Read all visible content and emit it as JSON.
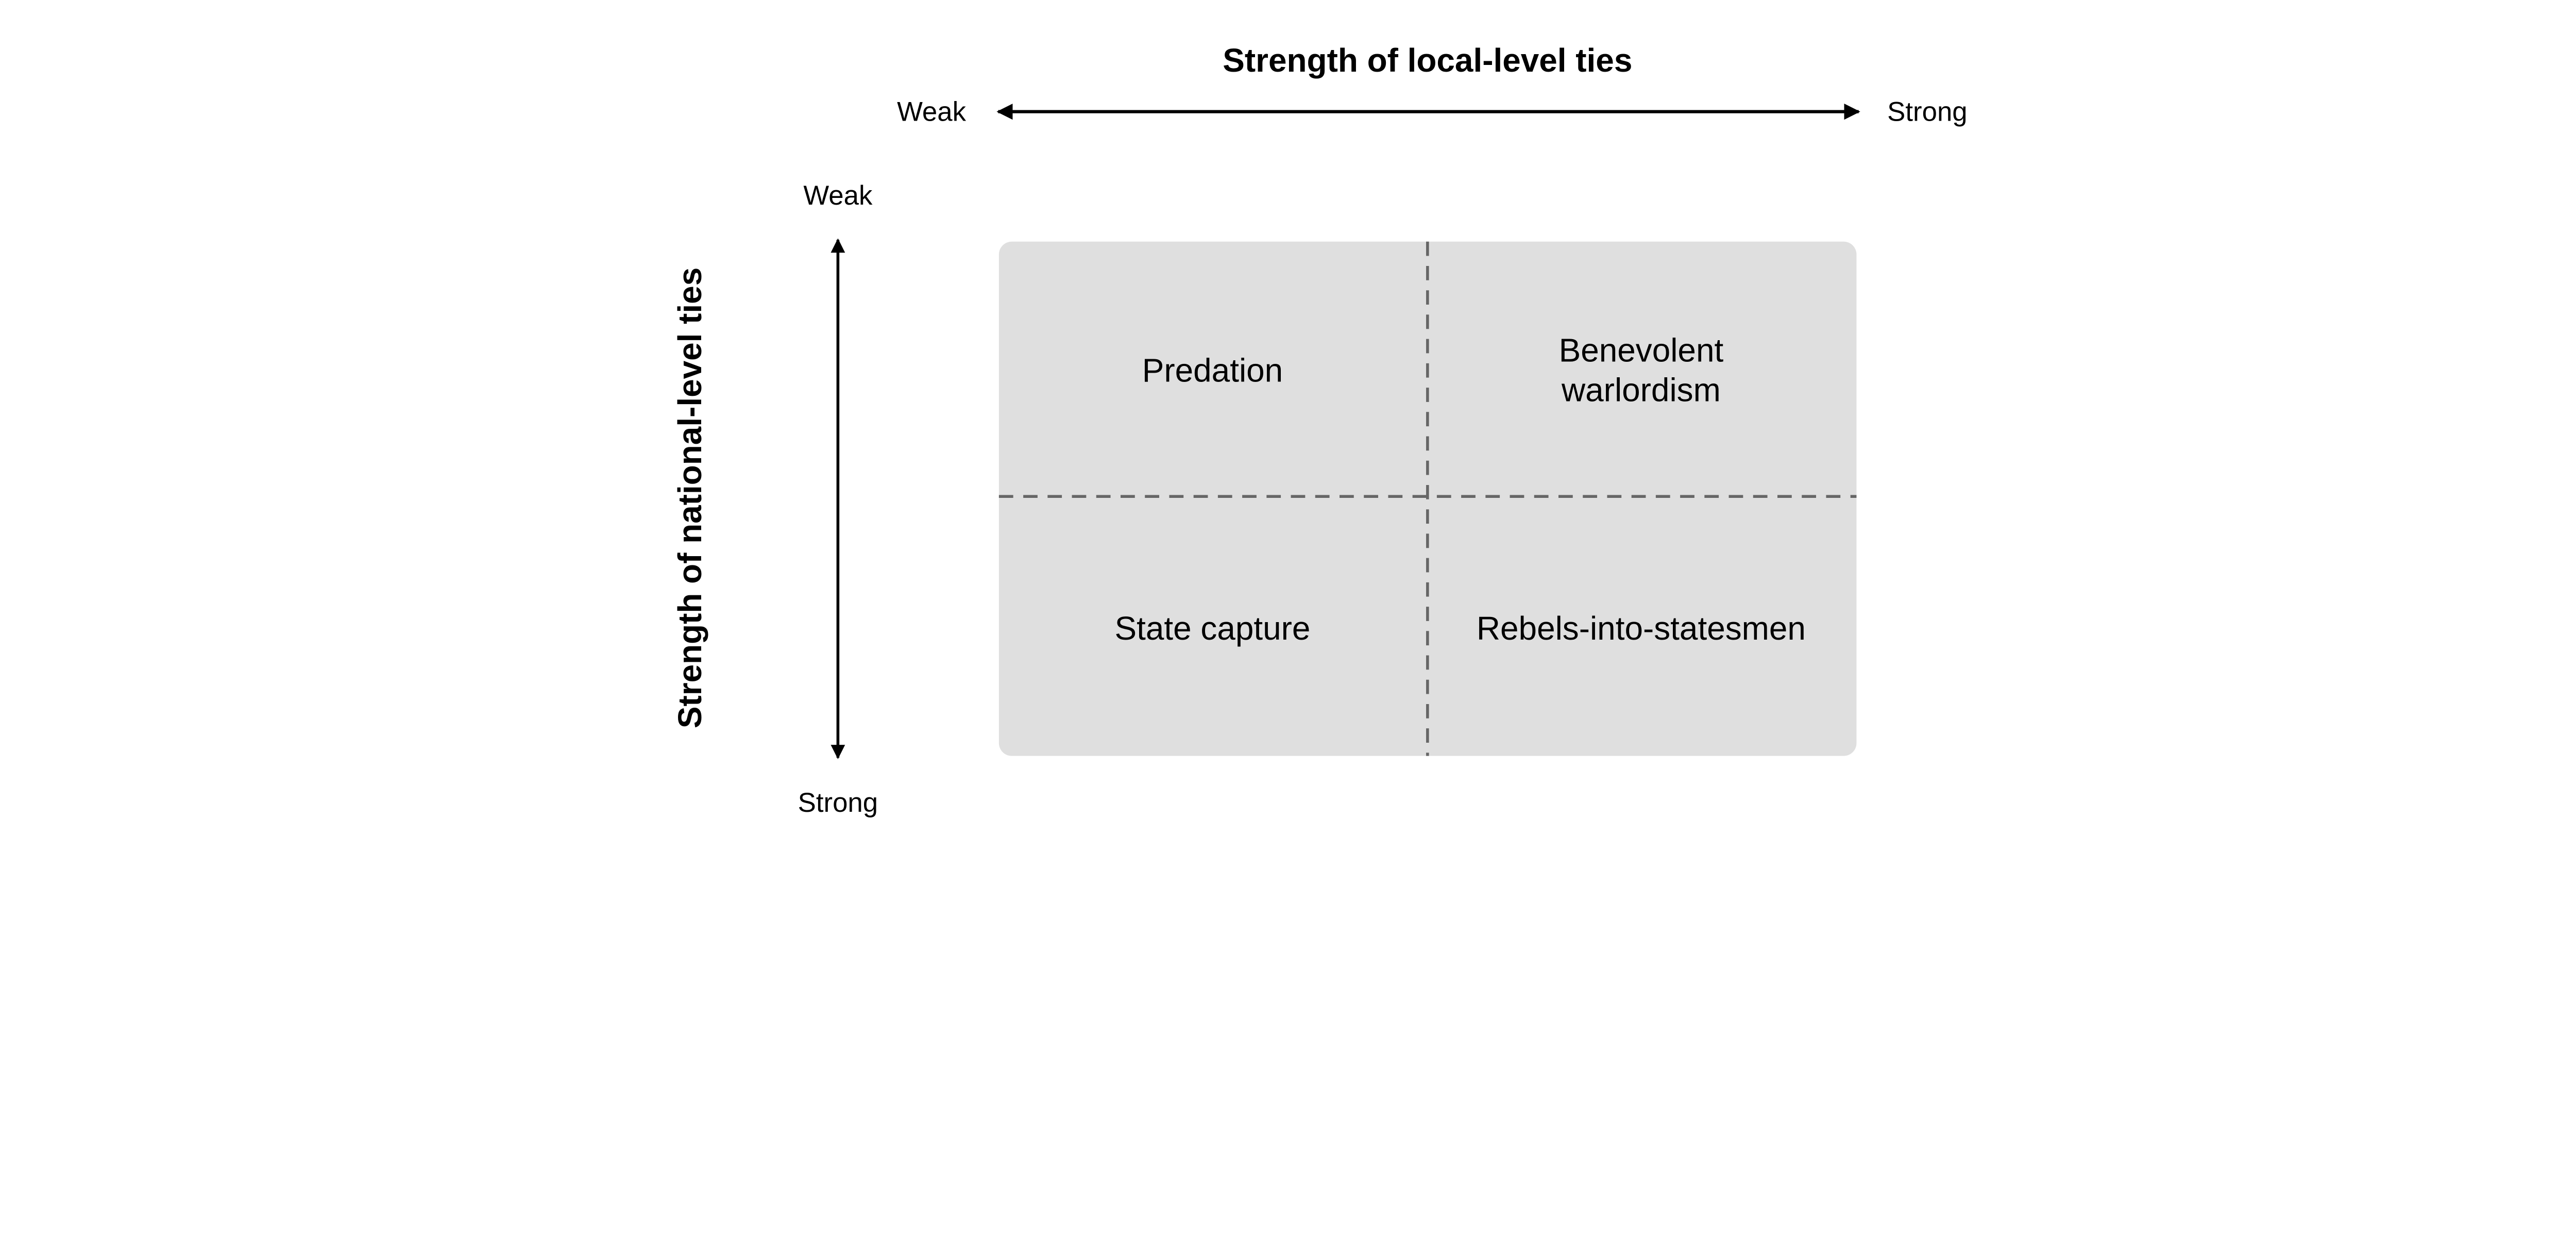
{
  "x_axis": {
    "title": "Strength of local-level ties",
    "left_label": "Weak",
    "right_label": "Strong"
  },
  "y_axis": {
    "title": "Strength of national-level ties",
    "top_label": "Weak",
    "bottom_label": "Strong"
  },
  "quadrants": {
    "top_left": {
      "lines": [
        "Predation"
      ]
    },
    "top_right": {
      "lines": [
        "Benevolent",
        "warlordism"
      ]
    },
    "bottom_left": {
      "lines": [
        "State capture"
      ]
    },
    "bottom_right": {
      "lines": [
        "Rebels-into-statesmen"
      ]
    }
  },
  "colors": {
    "quadrant_fill": "#dfdfdf",
    "divider": "#666666",
    "arrow": "#000000"
  }
}
